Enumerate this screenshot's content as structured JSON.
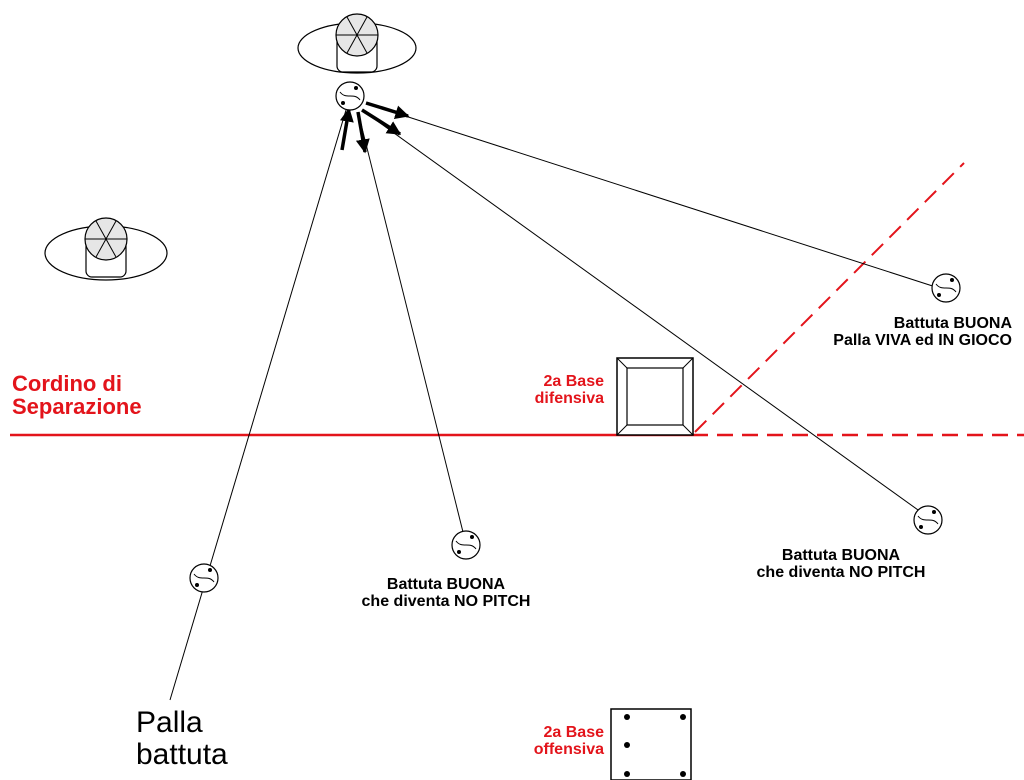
{
  "colors": {
    "separator": "#e3141b",
    "ink": "#000000",
    "helmet_fill": "#e6e6e6",
    "base_fill": "#f2f2f2"
  },
  "icons": {
    "fielder": "fielder-cap-icon",
    "ball": "softball-icon",
    "base": "base-bag-icon"
  },
  "labels": {
    "separator_line1": "Cordino di",
    "separator_line2": "Separazione",
    "defensive_base_line1": "2a Base",
    "defensive_base_line2": "difensiva",
    "offensive_base_line1": "2a Base",
    "offensive_base_line2": "offensiva",
    "batted_ball_line1": "Palla",
    "batted_ball_line2": "battuta",
    "fair_live_line1": "Battuta BUONA",
    "fair_live_line2": "Palla VIVA ed IN GIOCO",
    "fair_nopitch_right_line1": "Battuta BUONA",
    "fair_nopitch_right_line2": "che diventa NO PITCH",
    "fair_nopitch_center_line1": "Battuta BUONA",
    "fair_nopitch_center_line2": "che diventa NO PITCH"
  }
}
